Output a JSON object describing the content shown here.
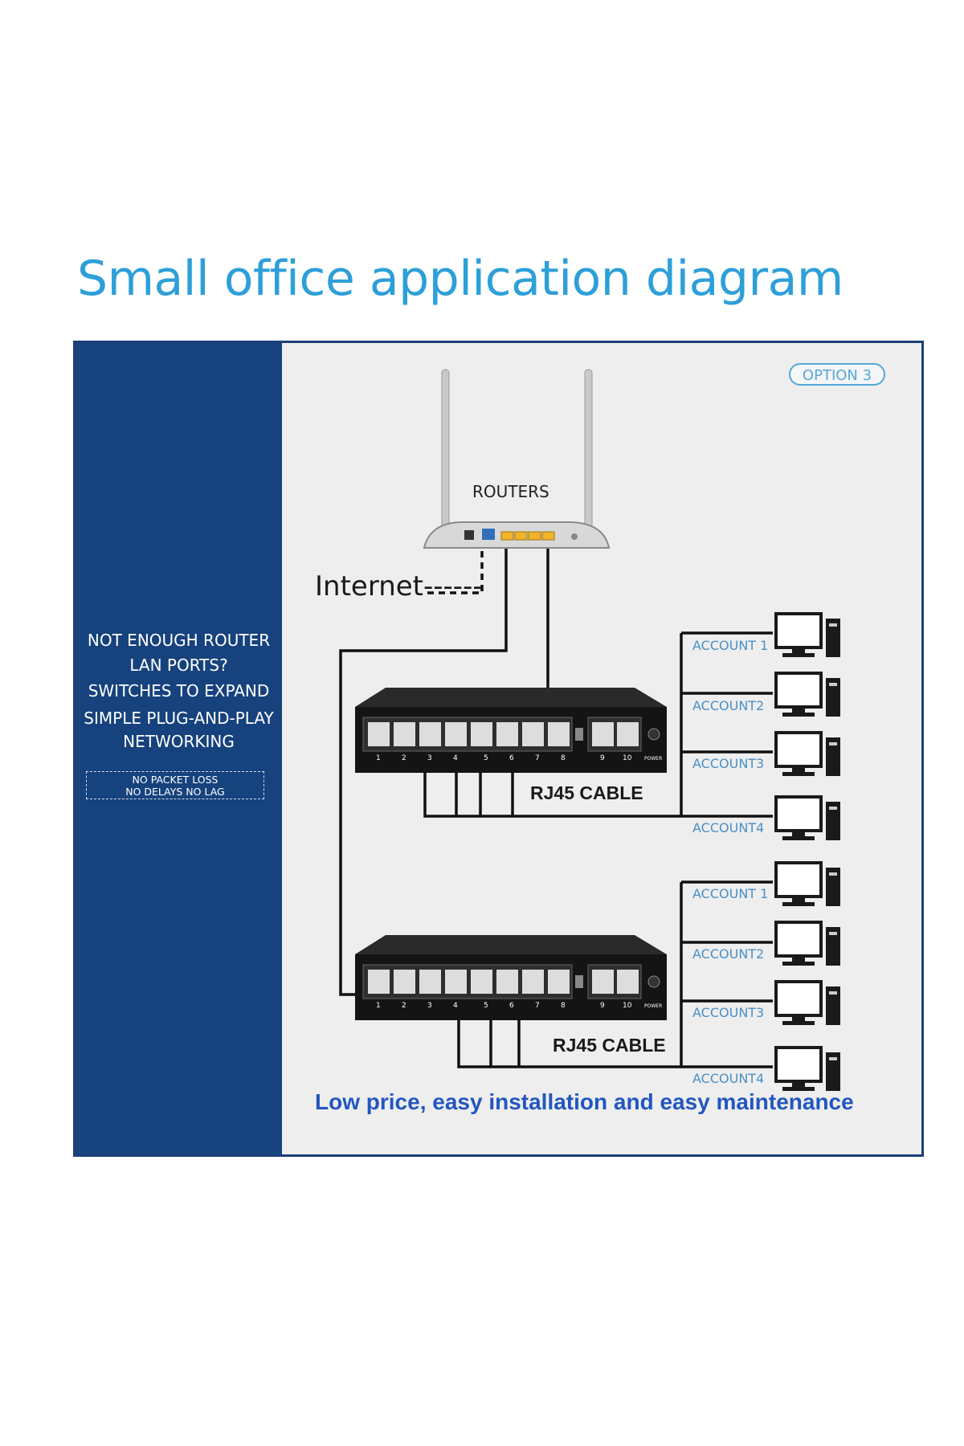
{
  "title": "Small office application diagram",
  "option_badge": "OPTION 3",
  "left_panel": {
    "lines": [
      "NOT ENOUGH ROUTER",
      "LAN PORTS?",
      "SWITCHES TO EXPAND",
      "SIMPLE PLUG-AND-PLAY",
      "NETWORKING"
    ],
    "box_lines": [
      "NO PACKET LOSS",
      "NO DELAYS NO LAG"
    ]
  },
  "router": {
    "label": "ROUTERS"
  },
  "internet_label": "Internet------",
  "switches": [
    {
      "cable_label": "RJ45 CABLE",
      "port_numbers": [
        "1",
        "2",
        "3",
        "4",
        "5",
        "6",
        "7",
        "8",
        "9",
        "10"
      ],
      "small_labels": [
        "POWER"
      ],
      "accounts": [
        "ACCOUNT 1",
        "ACCOUNT2",
        "ACCOUNT3",
        "ACCOUNT4"
      ]
    },
    {
      "cable_label": "RJ45 CABLE",
      "port_numbers": [
        "1",
        "2",
        "3",
        "4",
        "5",
        "6",
        "7",
        "8",
        "9",
        "10"
      ],
      "small_labels": [
        "POWER"
      ],
      "accounts": [
        "ACCOUNT 1",
        "ACCOUNT2",
        "ACCOUNT3",
        "ACCOUNT4"
      ]
    }
  ],
  "tagline": "Low price, easy installation and easy maintenance",
  "colors": {
    "title": "#2d9fd9",
    "panel": "#16427d",
    "accent": "#4a90c6",
    "tagline": "#2256c0",
    "ports": "#f0b429"
  }
}
